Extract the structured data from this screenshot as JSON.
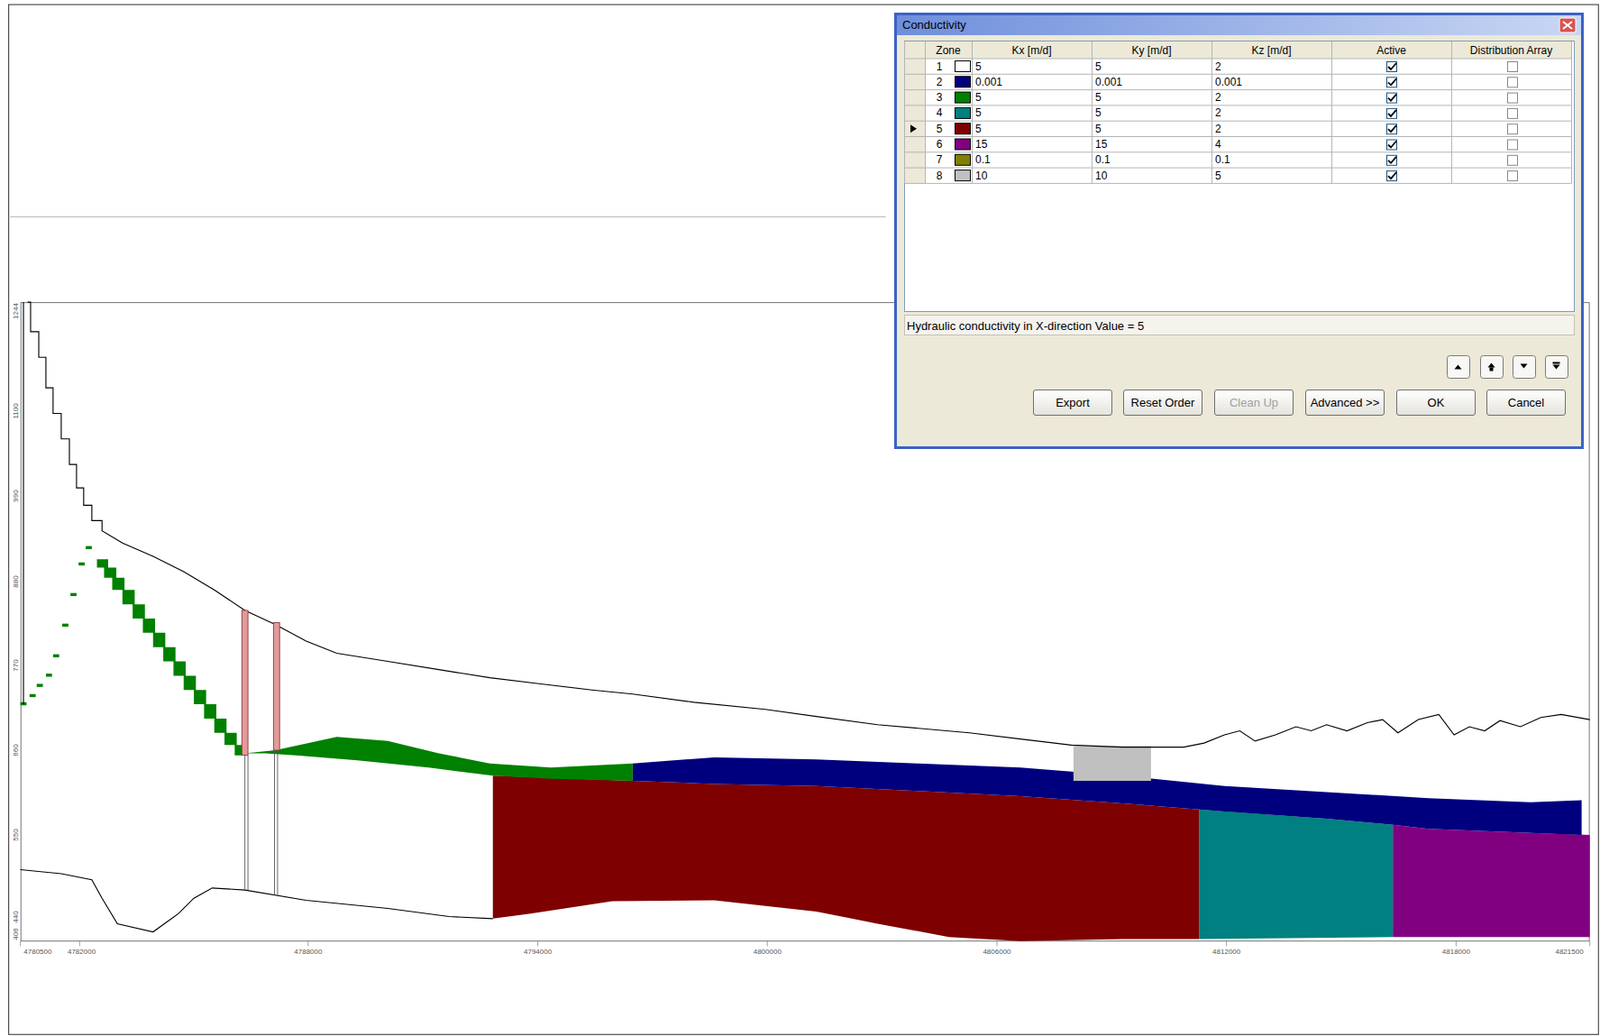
{
  "diagram": {
    "nodes": [
      {
        "text": [
          "Conductivity"
        ]
      },
      {
        "text": [
          "Export"
        ],
        "in": 0
      },
      {
        "text": [
          "Reset Order"
        ],
        "in": 0
      },
      {
        "text": [
          "Clean Up"
        ],
        "in": 0
      },
      {
        "text": [
          "Advanced >>"
        ],
        "in": 0
      },
      {
        "text": [
          "OK"
        ],
        "in": 0
      },
      {
        "text": [
          "Cancel"
        ],
        "in": 0
      }
    ],
    "labels": [
      "Zone",
      "Kx [m/d]",
      "Ky [m/d]",
      "Kz [m/d]",
      "Active",
      "Distribution Array",
      "1",
      "5",
      "5",
      "2",
      "2",
      "0.001",
      "0.001",
      "0.001",
      "3",
      "5",
      "5",
      "2",
      "4",
      "5",
      "5",
      "2",
      "5",
      "5",
      "5",
      "2",
      "6",
      "15",
      "15",
      "4",
      "7",
      "0.1",
      "0.1",
      "0.1",
      "8",
      "10",
      "10",
      "5",
      "Hydraulic conductivity in X-direction Value = 5",
      "1244",
      "1100",
      "990",
      "880",
      "770",
      "660",
      "550",
      "440",
      "406",
      "4780500",
      "4782000",
      "4788000",
      "4794000",
      "4800000",
      "4806000",
      "4812000",
      "4818000",
      "4821500"
    ]
  }
}
